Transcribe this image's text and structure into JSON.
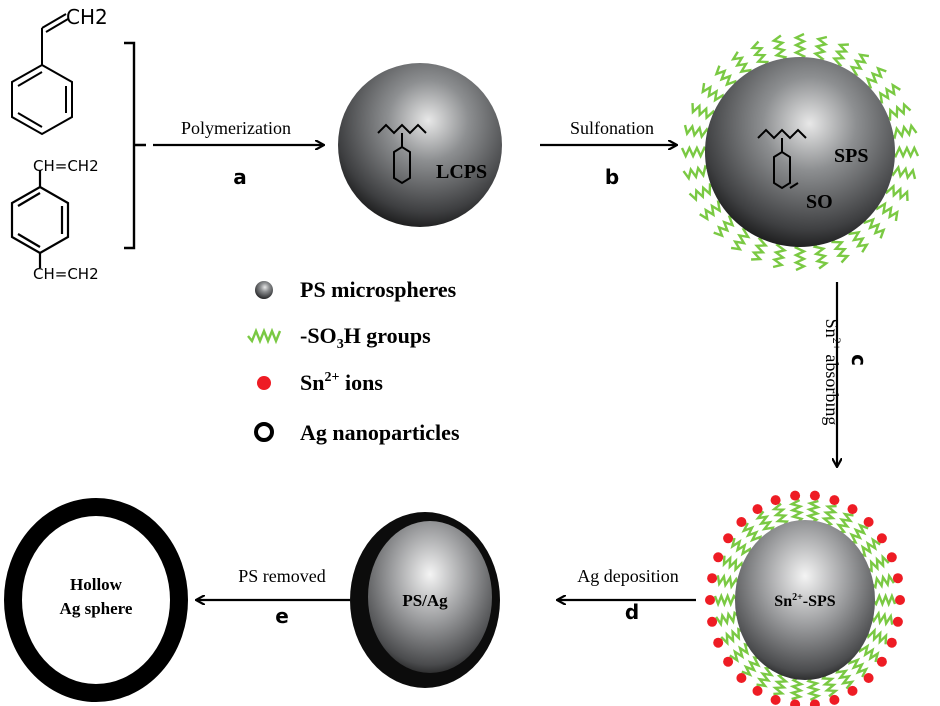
{
  "reactants": {
    "styrene_group": "CH2",
    "dvb_top": "CH=CH2",
    "dvb_bottom": "CH=CH2"
  },
  "steps": [
    {
      "name": "Polymerization",
      "letter": "a"
    },
    {
      "name": "Sulfonation",
      "letter": "b"
    },
    {
      "name": "absorbing",
      "ion": "Sn",
      "charge": "2+",
      "letter": "c"
    },
    {
      "name": "Ag deposition",
      "letter": "d"
    },
    {
      "name": "PS removed",
      "letter": "e"
    }
  ],
  "spheres": {
    "lcps": "LCPS",
    "sps": "SPS",
    "sps_group": "SO",
    "sn_sps_ion": "Sn",
    "sn_sps_charge": "2+",
    "sn_sps_rest": "-SPS",
    "ps_ag": "PS/Ag",
    "hollow_line1": "Hollow",
    "hollow_line2": "Ag sphere"
  },
  "legend": [
    {
      "label": "PS microspheres"
    },
    {
      "pre": "-SO",
      "sub": "3",
      "post": "H groups"
    },
    {
      "pre": "Sn",
      "sup": "2+",
      "post": " ions"
    },
    {
      "label": "Ag nanoparticles"
    }
  ],
  "colors": {
    "sulfonic": "#7ac943",
    "tin": "#ee1c24",
    "sphere": "#6d6e70"
  }
}
